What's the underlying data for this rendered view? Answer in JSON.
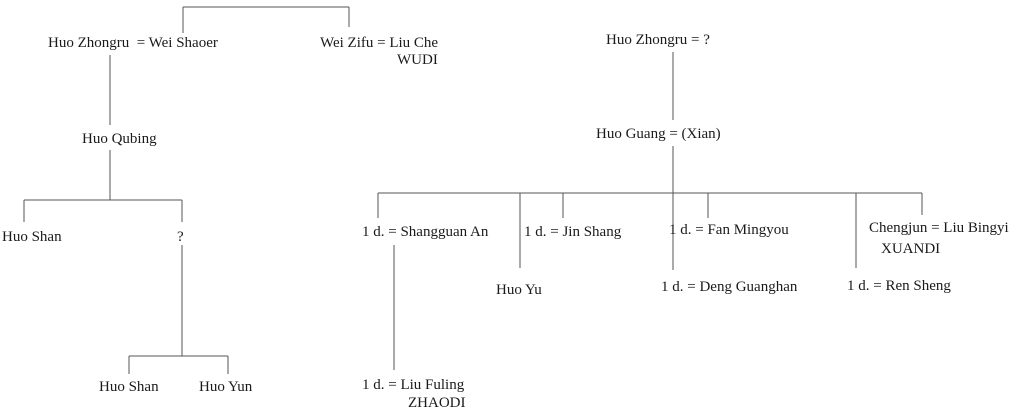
{
  "diagram": {
    "title": "Huo family genealogy",
    "colors": {
      "line": "#555555",
      "text": "#1a1a1a",
      "background": "#ffffff"
    },
    "left": {
      "huo_zhongru_spouse": "Huo Zhongru  = Wei Shaoer",
      "wei_zifu_spouse": "Wei Zifu = Liu Che",
      "wudi": "WUDI",
      "huo_qubing": "Huo Qubing",
      "huo_shan_1": "Huo Shan",
      "unknown": "?",
      "huo_shan_2": "Huo Shan",
      "huo_yun": "Huo Yun"
    },
    "right": {
      "huo_zhongru_unknown": "Huo Zhongru = ?",
      "huo_guang": "Huo Guang = (Xian)",
      "d_shangguan_an": "1 d. = Shangguan An",
      "d_jin_shang": "1 d. = Jin Shang",
      "d_fan_mingyou": "1 d. = Fan Mingyou",
      "chengjun": "Chengjun = Liu Bingyi",
      "xuandi": "XUANDI",
      "huo_yu": "Huo Yu",
      "d_deng_guanghan": "1 d. = Deng Guanghan",
      "d_ren_sheng": "1 d. = Ren Sheng",
      "d_liu_fuling": "1 d. = Liu Fuling",
      "zhaodi": "ZHAODI"
    }
  }
}
